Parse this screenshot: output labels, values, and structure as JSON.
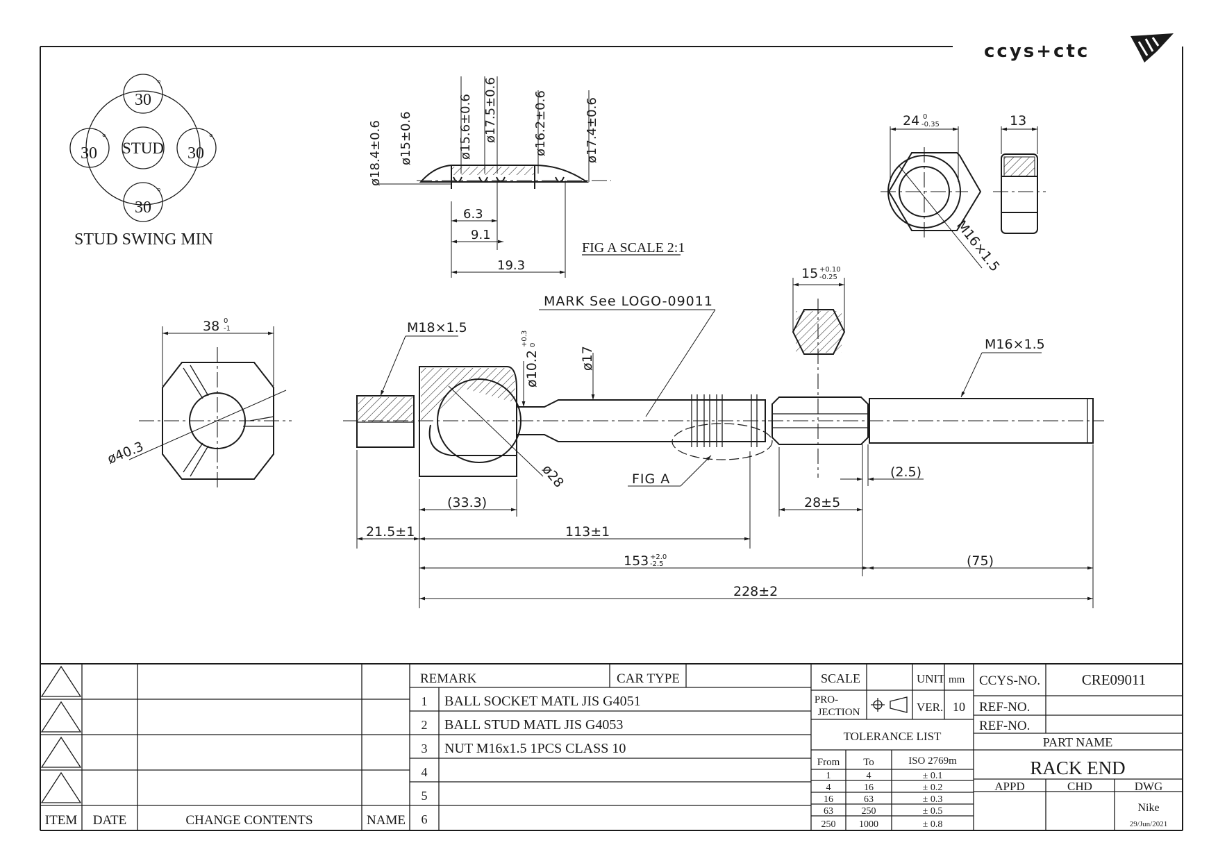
{
  "brand": {
    "logo_text": "ccys+ctc"
  },
  "swing": {
    "top": "30",
    "left": "30",
    "right": "30",
    "bottom": "30",
    "degree": "°",
    "center": "STUD",
    "caption": "STUD SWING MIN"
  },
  "fig_a": {
    "d1": "ø18.4±0.6",
    "d2": "ø15±0.6",
    "d3": "ø15.6±0.6",
    "d4": "ø17.5±0.6",
    "d5": "ø16.2±0.6",
    "d6": "ø17.4±0.6",
    "l1": "6.3",
    "l2": "9.1",
    "l3": "19.3",
    "caption": "FIG A SCALE 2:1"
  },
  "nut": {
    "width_base": "24",
    "width_tol_upper": "0",
    "width_tol_lower": "-0.35",
    "thickness": "13",
    "thread": "M16×1.5"
  },
  "socket_end": {
    "width_base": "38",
    "width_tol_upper": "0",
    "width_tol_lower": "-1",
    "diameter": "ø40.3"
  },
  "main": {
    "mark": "MARK See LOGO-09011",
    "hex_base": "15",
    "hex_tol_upper": "+0.10",
    "hex_tol_lower": "-0.25",
    "thread_left": "M18×1.5",
    "thread_right": "M16×1.5",
    "neck_base": "ø10.2",
    "neck_tol_upper": "+0.3",
    "neck_tol_lower": "0",
    "shaft": "ø17",
    "ball": "ø28",
    "fig_a_ref": "FIG A",
    "dim_333": "(33.3)",
    "dim_215": "21.5±1",
    "dim_113": "113±1",
    "dim_153_base": "153",
    "dim_153_upper": "+2.0",
    "dim_153_lower": "-2.5",
    "dim_228": "228±2",
    "dim_75": "(75)",
    "dim_285": "28±5",
    "dim_25": "(2.5)"
  },
  "title_block": {
    "rev_mark": "△",
    "headers": {
      "item": "ITEM",
      "date": "DATE",
      "change": "CHANGE CONTENTS",
      "name": "NAME"
    },
    "remark": "REMARK",
    "car_type": "CAR TYPE",
    "remarks": [
      {
        "no": "1",
        "text": "BALL SOCKET MATL JIS G4051"
      },
      {
        "no": "2",
        "text": "BALL STUD MATL JIS G4053"
      },
      {
        "no": "3",
        "text": "NUT M16x1.5 1PCS CLASS 10"
      },
      {
        "no": "4",
        "text": ""
      },
      {
        "no": "5",
        "text": ""
      },
      {
        "no": "6",
        "text": ""
      }
    ],
    "scale_label": "SCALE",
    "unit_label": "UNIT",
    "unit_value": "mm",
    "projection_label_1": "PRO-",
    "projection_label_2": "JECTION",
    "ver_label": "VER.",
    "ver_value": "10",
    "tolerance_title": "TOLERANCE LIST",
    "tol_headers": [
      "From",
      "To",
      "ISO 2769m"
    ],
    "tolerances": [
      [
        "1",
        "4",
        "± 0.1"
      ],
      [
        "4",
        "16",
        "± 0.2"
      ],
      [
        "16",
        "63",
        "± 0.3"
      ],
      [
        "63",
        "250",
        "± 0.5"
      ],
      [
        "250",
        "1000",
        "± 0.8"
      ]
    ],
    "ccys_label": "CCYS-NO.",
    "ccys_value": "CRE09011",
    "ref_label_1": "REF-NO.",
    "ref_label_2": "REF-NO.",
    "part_name_label": "PART NAME",
    "part_name": "RACK END",
    "appd": "APPD",
    "chd": "CHD",
    "dwg": "DWG",
    "drawn_by": "Nike",
    "date": "29/Jun/2021"
  }
}
